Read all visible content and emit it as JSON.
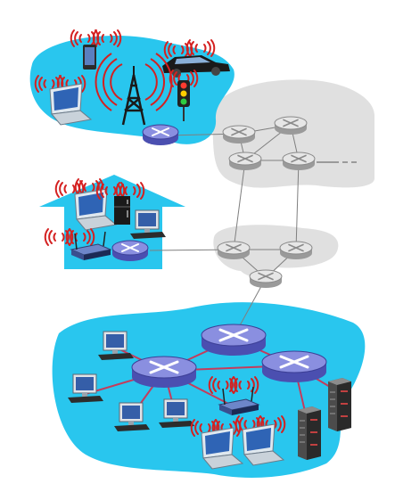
{
  "diagram": {
    "type": "network-topology-illustration",
    "text_labels": [],
    "regions": [
      {
        "name": "mobile-network",
        "fill": "#29c6ee"
      },
      {
        "name": "home-network",
        "fill": "#29c6ee"
      },
      {
        "name": "enterprise-network",
        "fill": "#29c6ee"
      },
      {
        "name": "global-isp",
        "fill": "#e0e0e0"
      },
      {
        "name": "regional-isp",
        "fill": "#e0e0e0"
      }
    ],
    "colors": {
      "access_water": "#29c6ee",
      "isp_gray": "#e0e0e0",
      "router_blue": "#8a8fe0",
      "router_gray": "#d9d9d9",
      "wireless_red": "#d42020",
      "wired_link_red": "#c43c5c",
      "core_link_gray": "#7f7f7f"
    },
    "icons": [
      "smartphone-icon",
      "car-icon",
      "cell-tower-icon",
      "traffic-light-icon",
      "laptop-icon",
      "router-icon",
      "house-icon",
      "desktop-pc-icon",
      "wireless-ap-icon",
      "server-icon",
      "wireless-waves-icon"
    ]
  }
}
